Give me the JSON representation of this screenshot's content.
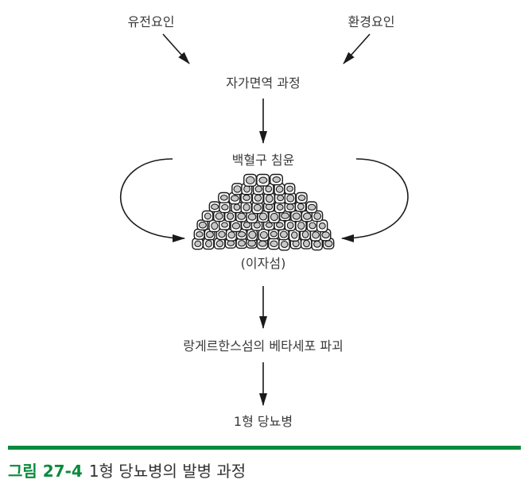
{
  "nodes": {
    "genetic": "유전요인",
    "environmental": "환경요인",
    "autoimmune": "자가면역 과정",
    "leukocyte": "백혈구 침윤",
    "islet": "(이자섬)",
    "beta_destruction": "랑게르한스섬의 베타세포 파괴",
    "diabetes": "1형 당뇨병"
  },
  "caption": {
    "figure_number": "그림 27-4",
    "title": "1형 당뇨병의 발병 과정"
  },
  "colors": {
    "accent": "#0b8a3c",
    "arrow": "#1a1a1a",
    "nucleus": "#c8c8c8"
  }
}
